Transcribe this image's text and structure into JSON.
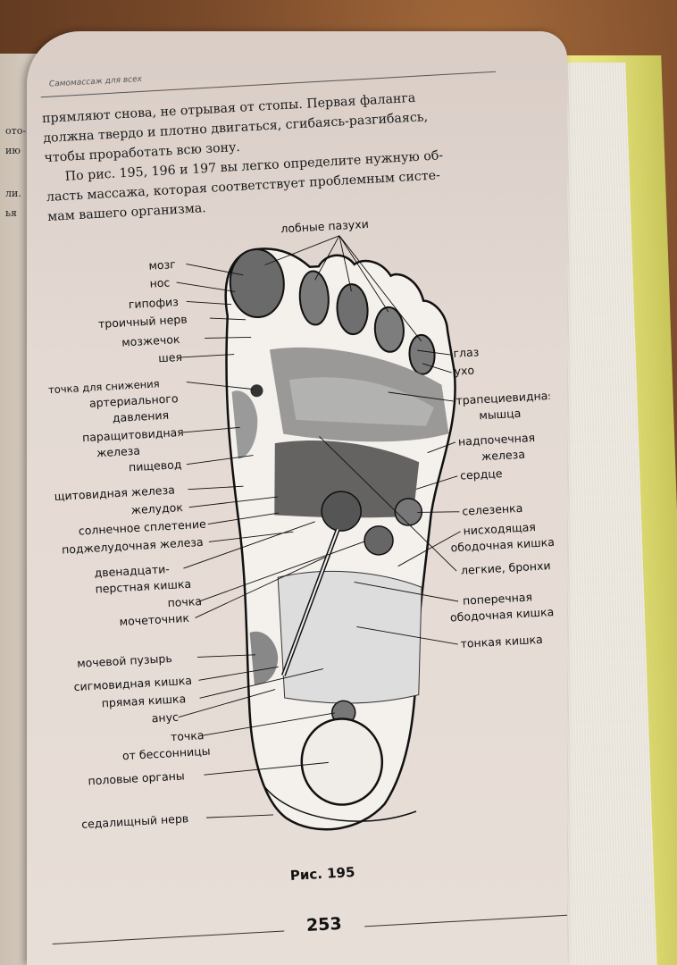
{
  "running_head": "Самомассаж для всех",
  "left_page_fragments": [
    "ото-",
    "ию",
    "ли.",
    "ья"
  ],
  "body_lines": [
    "прямляют снова, не отрывая от стопы. Первая фаланга",
    "должна твердо и плотно двигаться, сгибаясь-разгибаясь,",
    "чтобы проработать всю зону.",
    "По рис. 195, 196 и 197 вы легко определите нужную об-",
    "ласть массажа, которая соответствует проблемным систе-",
    "мам вашего организма."
  ],
  "figure_labels": {
    "top": "лобные пазухи",
    "left": [
      "мозг",
      "нос",
      "гипофиз",
      "троичный нерв",
      "мозжечок",
      "шея",
      "точка для снижения",
      "артериального",
      "давления",
      "паращитовидная",
      "железа",
      "пищевод",
      "щитовидная железа",
      "желудок",
      "солнечное сплетение",
      "поджелудочная железа",
      "двенадцати-",
      "перстная кишка",
      "почка",
      "мочеточник",
      "мочевой пузырь",
      "сигмовидная кишка",
      "прямая кишка",
      "анус",
      "точка",
      "от бессонницы",
      "половые органы",
      "седалищный нерв"
    ],
    "right": [
      "глаз",
      "ухо",
      "трапециевидная",
      "мышца",
      "надпочечная",
      "железа",
      "сердце",
      "селезенка",
      "нисходящая",
      "ободочная кишка",
      "легкие, бронхи",
      "поперечная",
      "ободочная кишка",
      "тонкая кишка"
    ]
  },
  "caption": "Рис. 195",
  "page_number": "253"
}
